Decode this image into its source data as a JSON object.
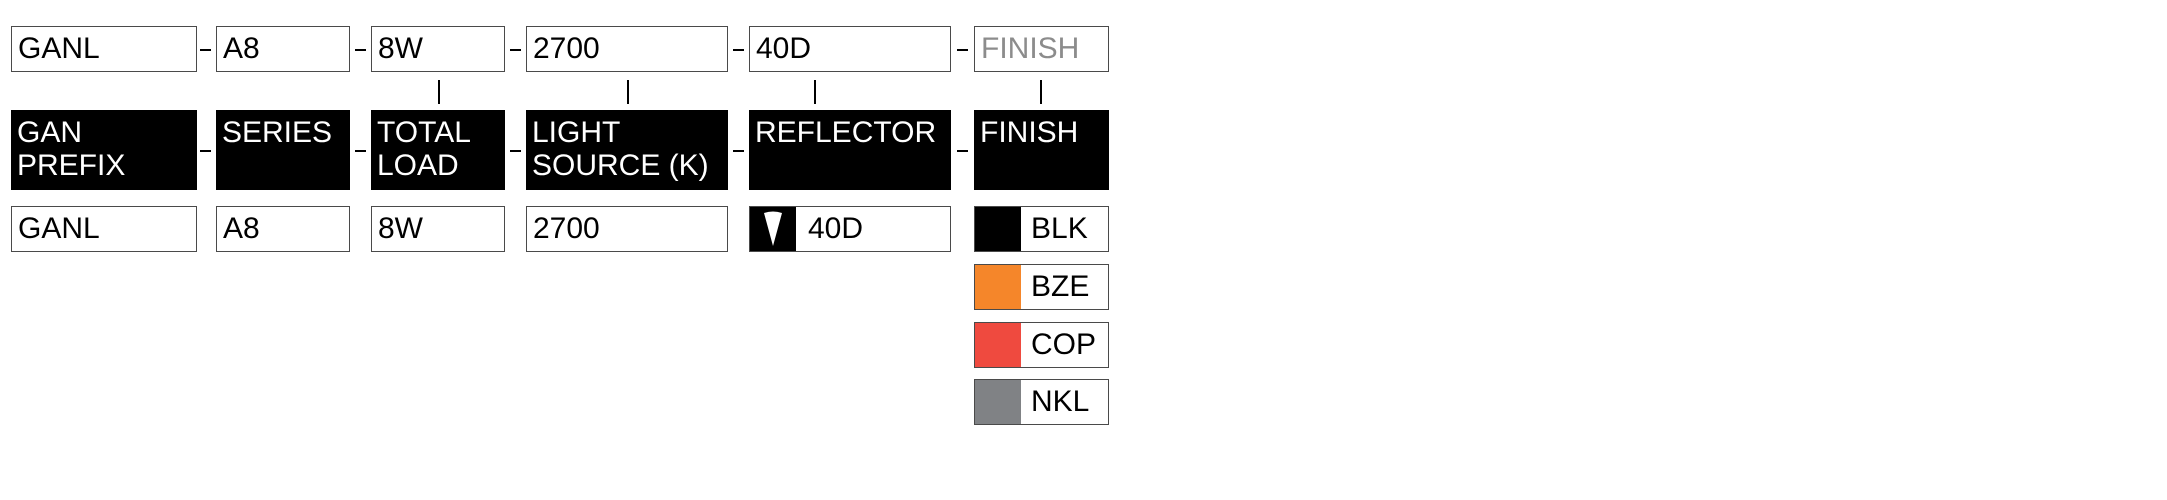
{
  "selection": {
    "gan_prefix": "GANL",
    "series": "A8",
    "total_load": "8W",
    "light_source": "2700",
    "reflector": "40D",
    "finish_placeholder": "FINISH"
  },
  "headers": {
    "gan_prefix": [
      "GAN",
      "PREFIX"
    ],
    "series": [
      "SERIES"
    ],
    "total_load": [
      "TOTAL",
      "LOAD"
    ],
    "light_source": [
      "LIGHT",
      "SOURCE (K)"
    ],
    "reflector": [
      "REFLECTOR"
    ],
    "finish": [
      "FINISH"
    ]
  },
  "options": {
    "gan_prefix": "GANL",
    "series": "A8",
    "total_load": "8W",
    "light_source": "2700",
    "reflector": {
      "label": "40D",
      "icon": "beam-angle-icon"
    },
    "finish": [
      {
        "label": "BLK",
        "color": "#000000"
      },
      {
        "label": "BZE",
        "color": "#f5862a"
      },
      {
        "label": "COP",
        "color": "#ef4a3f"
      },
      {
        "label": "NKL",
        "color": "#808285"
      }
    ]
  }
}
